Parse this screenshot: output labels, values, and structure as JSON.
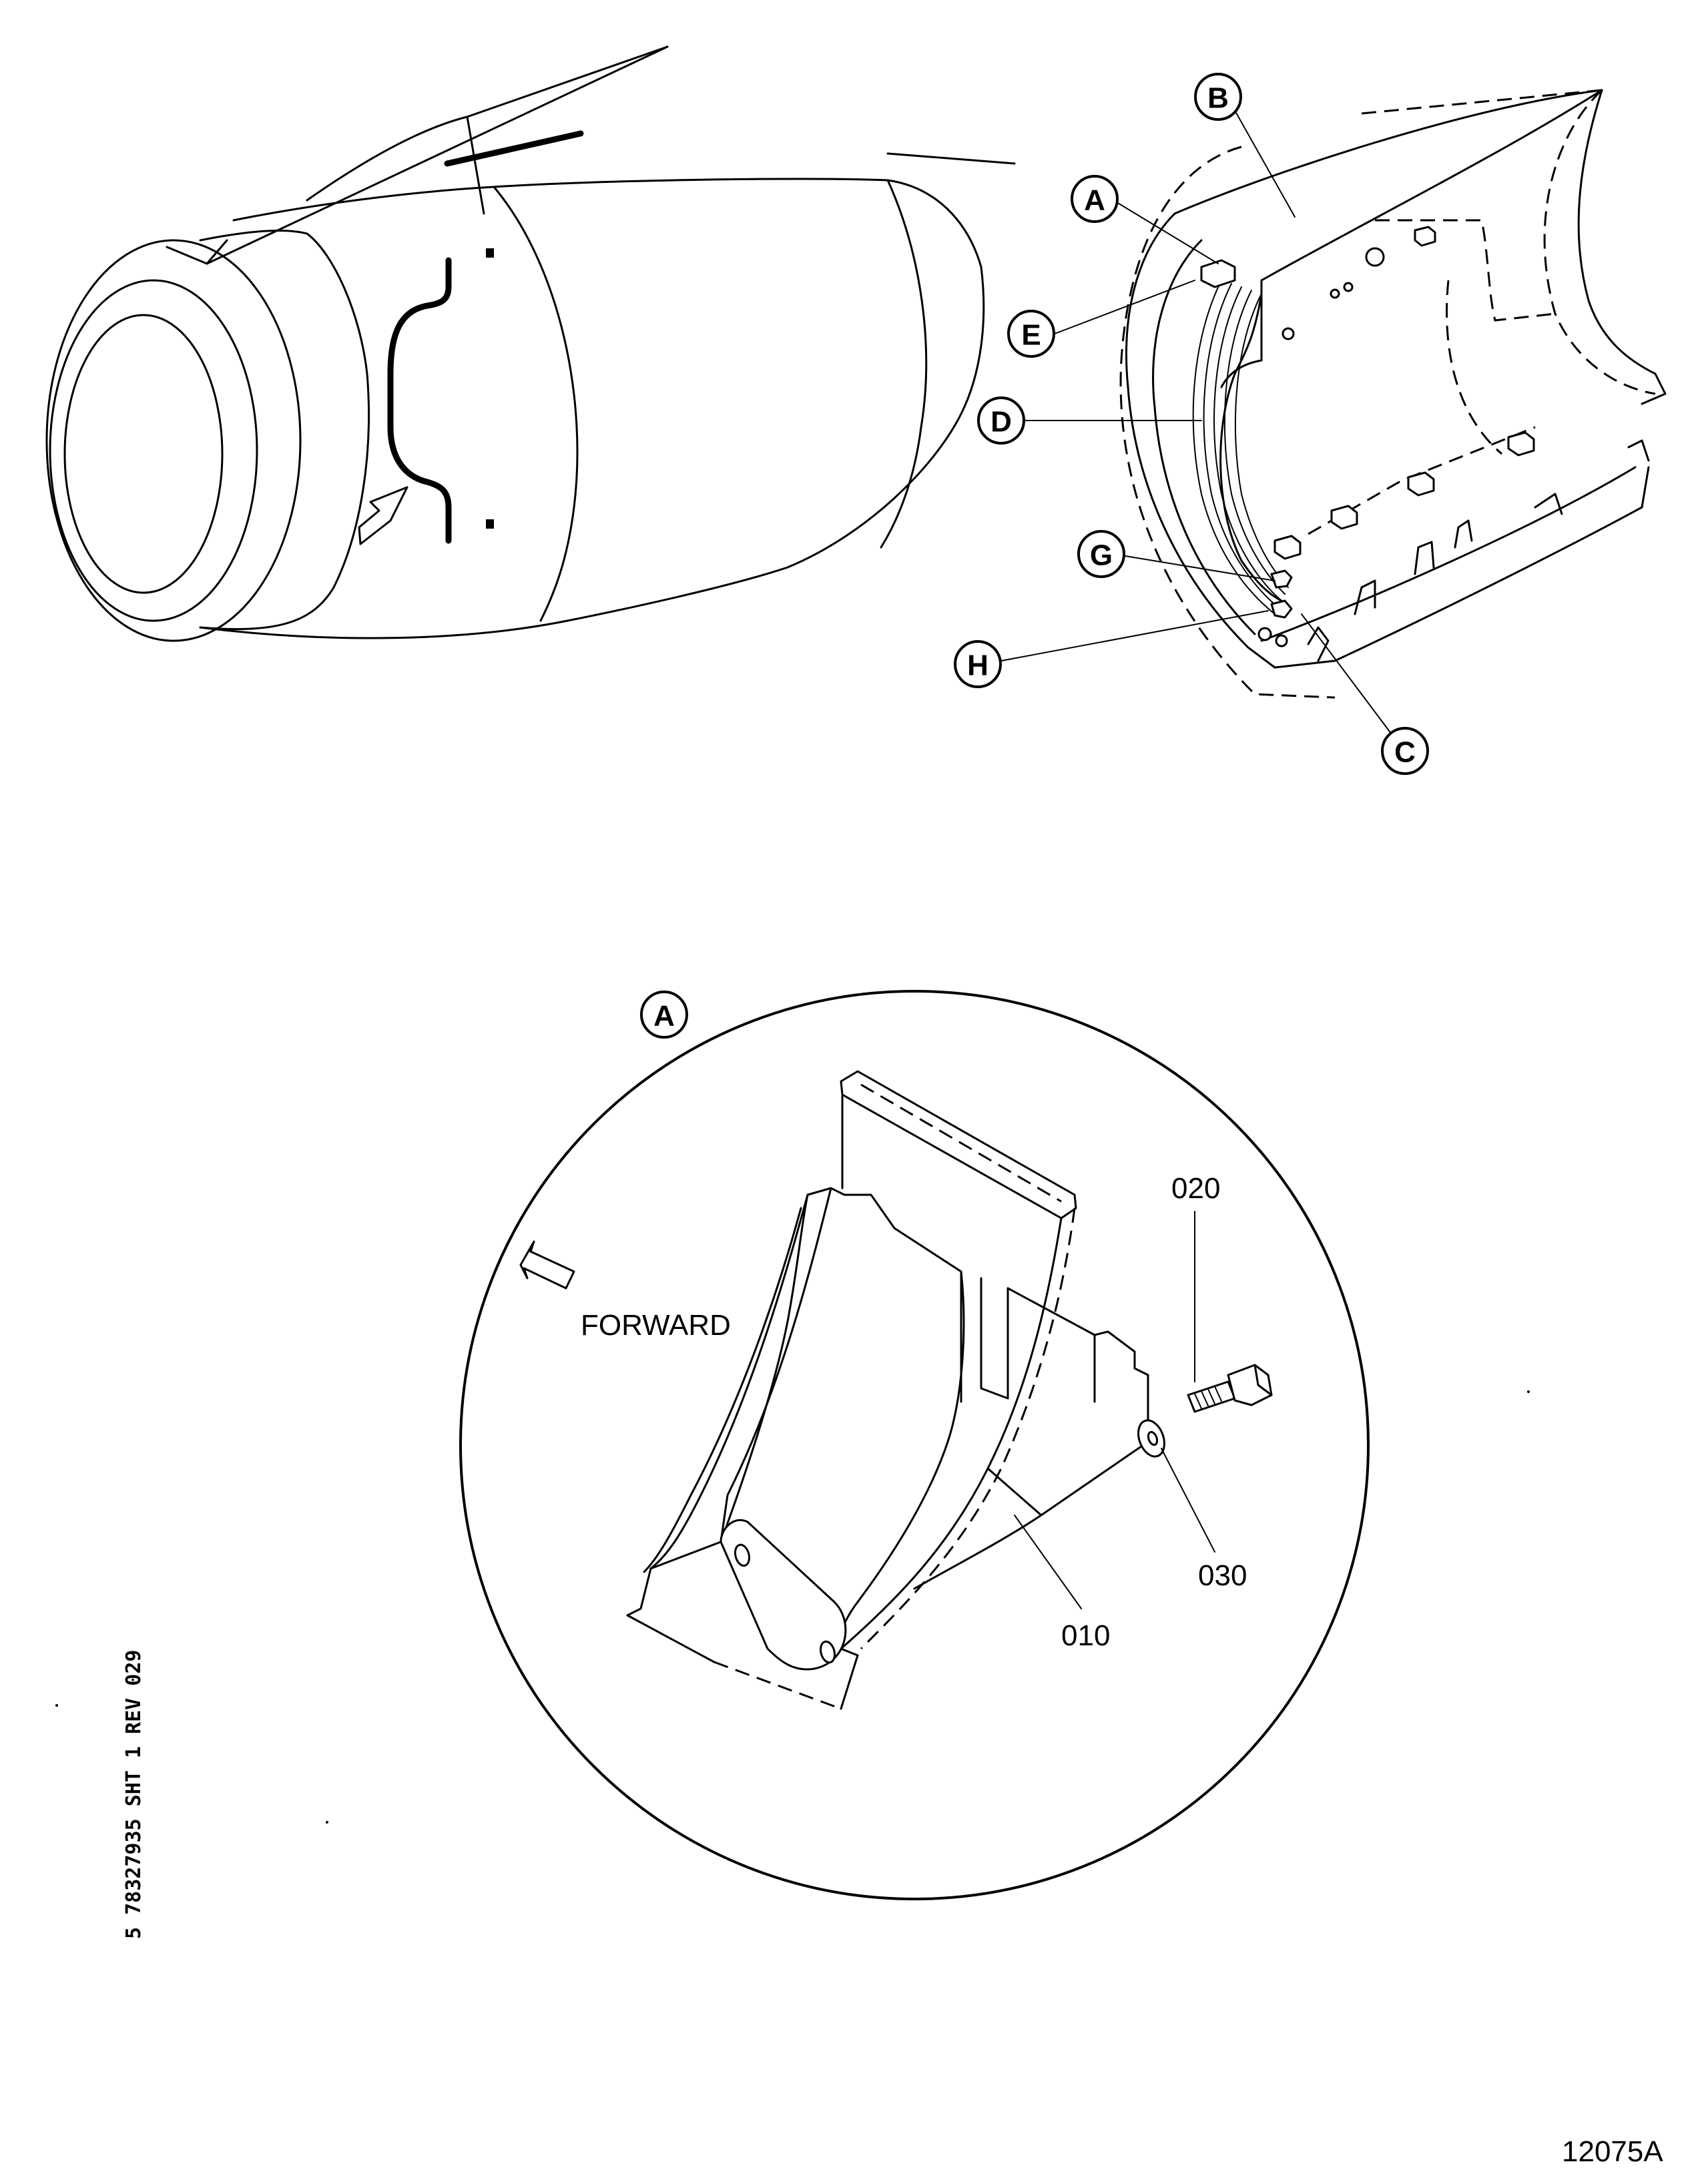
{
  "callouts": {
    "a": "A",
    "b": "B",
    "c": "C",
    "d": "D",
    "e": "E",
    "g": "G",
    "h": "H"
  },
  "detail": {
    "label": "A",
    "direction_label": "FORWARD",
    "parts": {
      "p010": "010",
      "p020": "020",
      "p030": "030"
    }
  },
  "side_code": "5 78327935 SHT 1 REV 029",
  "figure_code": "12075A"
}
